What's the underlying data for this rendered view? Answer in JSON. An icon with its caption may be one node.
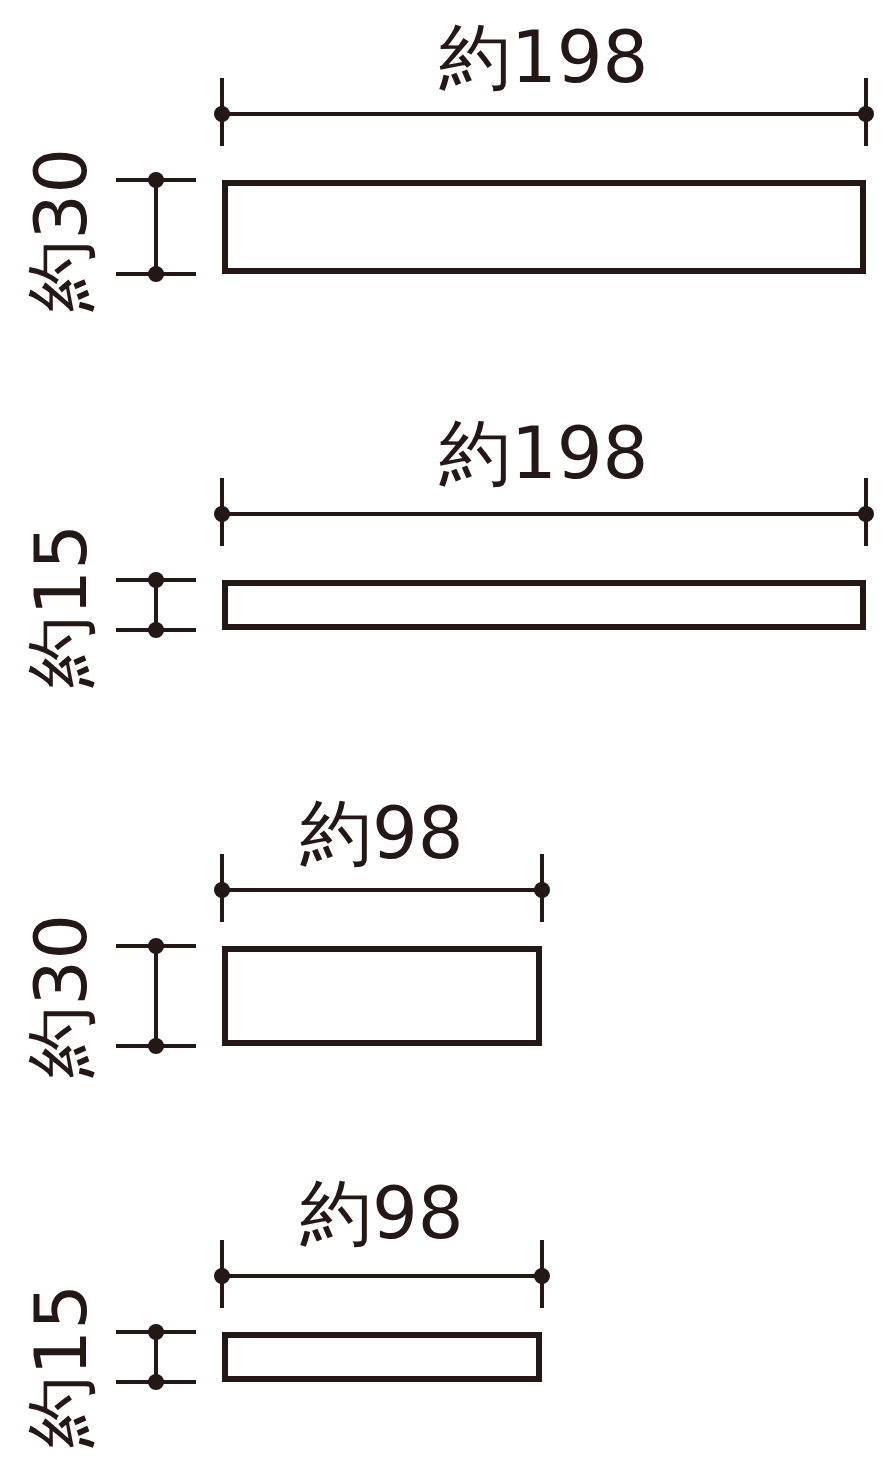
{
  "diagram": {
    "labels": [
      "約198",
      "約30",
      "約198",
      "約15",
      "約98",
      "約30",
      "約98",
      "約15"
    ]
  }
}
